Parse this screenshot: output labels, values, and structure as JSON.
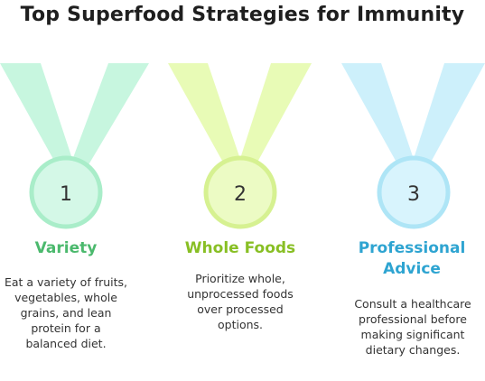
{
  "title": "Top Superfood Strategies for Immunity",
  "items": [
    {
      "number": "1",
      "heading": "Variety",
      "description": "Eat a variety of fruits, vegetables, whole grains, and lean protein for a balanced diet.",
      "ribbon_color": "#c7f6df",
      "circle_color": "#d4f8e7",
      "ring_color": "#a9edc9",
      "heading_color": "#4bb96d"
    },
    {
      "number": "2",
      "heading": "Whole Foods",
      "description": "Prioritize whole, unprocessed foods over processed options.",
      "ribbon_color": "#e8fbb6",
      "circle_color": "#ecfbc4",
      "ring_color": "#d6f191",
      "heading_color": "#88bf24"
    },
    {
      "number": "3",
      "heading": "Professional Advice",
      "description": "Consult a healthcare professional before making significant dietary changes.",
      "ribbon_color": "#cdf0fb",
      "circle_color": "#d8f4fd",
      "ring_color": "#aee5f6",
      "heading_color": "#2ea4d1"
    }
  ]
}
